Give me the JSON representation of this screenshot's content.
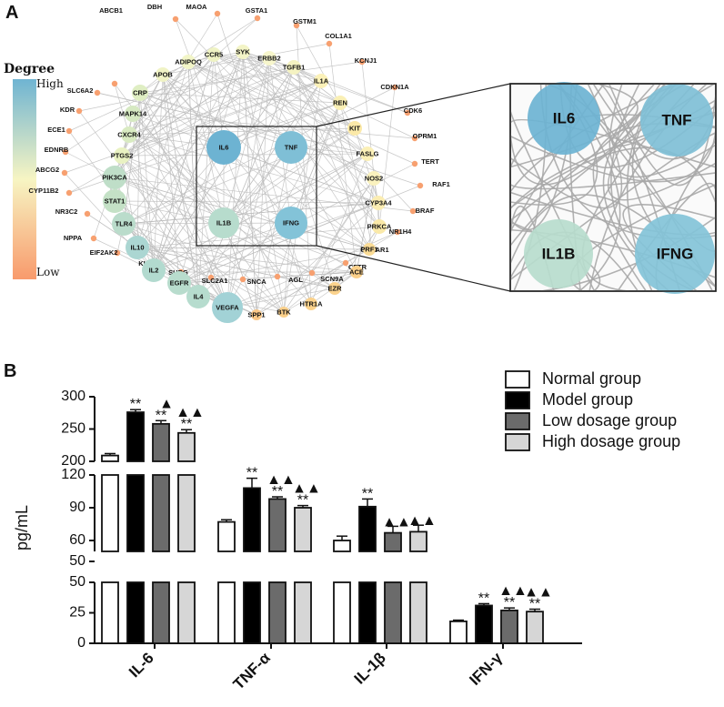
{
  "panel_a": {
    "label": "A",
    "legend": {
      "title": "Degree",
      "high": "High",
      "low": "Low"
    },
    "hubs": [
      {
        "name": "IL6",
        "color": "#6db3d2"
      },
      {
        "name": "TNF",
        "color": "#7fbfd6"
      },
      {
        "name": "IL1B",
        "color": "#b7dccd"
      },
      {
        "name": "IFNG",
        "color": "#83c3d8"
      }
    ],
    "ring_nodes": [
      {
        "name": "VEGFA",
        "color": "#a2d2d6"
      },
      {
        "name": "IL4",
        "color": "#b6dcce"
      },
      {
        "name": "EGFR",
        "color": "#b8dccd"
      },
      {
        "name": "IL2",
        "color": "#b2dacf"
      },
      {
        "name": "IL10",
        "color": "#abd6d2"
      },
      {
        "name": "TLR4",
        "color": "#badccb"
      },
      {
        "name": "STAT1",
        "color": "#c4e1c6"
      },
      {
        "name": "PIK3CA",
        "color": "#bfdec8"
      },
      {
        "name": "PTGS2",
        "color": "#e9f2c2"
      },
      {
        "name": "CXCR4",
        "color": "#d9ebc2"
      },
      {
        "name": "MAPK14",
        "color": "#d6e9c2"
      },
      {
        "name": "CRP",
        "color": "#dfeec3"
      },
      {
        "name": "APOB",
        "color": "#f0f3c5"
      },
      {
        "name": "ADIPOQ",
        "color": "#f2f5c7"
      },
      {
        "name": "CCR5",
        "color": "#eff3c4"
      },
      {
        "name": "SYK",
        "color": "#f3f4c6"
      },
      {
        "name": "ERBB2",
        "color": "#f7f6cc"
      },
      {
        "name": "TGFB1",
        "color": "#f5f3c2"
      },
      {
        "name": "IL1A",
        "color": "#fbf1b8"
      },
      {
        "name": "REN",
        "color": "#faf0b5"
      },
      {
        "name": "KIT",
        "color": "#fbe9a8"
      },
      {
        "name": "FASLG",
        "color": "#fbf0b7"
      },
      {
        "name": "NOS2",
        "color": "#faf2be"
      },
      {
        "name": "CYP3A4",
        "color": "#fbedb2"
      },
      {
        "name": "PRKCA",
        "color": "#fae9a9"
      },
      {
        "name": "PRF1",
        "color": "#fbdc96"
      },
      {
        "name": "ACE",
        "color": "#fbd08a"
      },
      {
        "name": "EZR",
        "color": "#fbd38d"
      },
      {
        "name": "HTR1A",
        "color": "#fbd28c"
      },
      {
        "name": "BTK",
        "color": "#fbd08a"
      },
      {
        "name": "SPP1",
        "color": "#fbc888"
      }
    ],
    "outer_labels": [
      "ABCB1",
      "DBH",
      "MAOA",
      "GSTA1",
      "GSTM1",
      "COL1A1",
      "KCNJ1",
      "CDKN1A",
      "CDK6",
      "OPRM1",
      "TERT",
      "RAF1",
      "BRAF",
      "NR1H4",
      "GPBAR1",
      "CFTR",
      "SCN9A",
      "AGL",
      "SNCA",
      "SLC2A1",
      "SHBG",
      "KLK3",
      "EIF2AK2",
      "NPPA",
      "NR3C2",
      "CYP11B2",
      "ABCG2",
      "EDNRB",
      "ECE1",
      "KDR",
      "SLC6A2"
    ],
    "outer_color": "#f7a070",
    "colors": {
      "high": "#6fb4d2",
      "mid": "#f7f5c3",
      "low": "#f89a6c",
      "edge": "#bdbdbd"
    }
  },
  "panel_b": {
    "label": "B",
    "chart_data": {
      "type": "bar",
      "categories": [
        "IL-6",
        "TNF-α",
        "IL-1β",
        "IFN-γ"
      ],
      "ylabel": "pg/mL",
      "series": [
        {
          "name": "Normal group",
          "values": [
            209,
            77,
            60,
            18
          ],
          "errors": [
            3,
            2,
            4,
            1
          ],
          "fill": "#ffffff",
          "stars": [
            "",
            "",
            "",
            ""
          ]
        },
        {
          "name": "Model group",
          "values": [
            276,
            108,
            91,
            31
          ],
          "errors": [
            4,
            9,
            7,
            1.5
          ],
          "fill": "#000000",
          "stars": [
            "**",
            "**",
            "**",
            "**"
          ]
        },
        {
          "name": "Low dosage group",
          "values": [
            258,
            98,
            67,
            27
          ],
          "errors": [
            5,
            2,
            6,
            2
          ],
          "fill": "#6b6b6b",
          "stars": [
            "**▲",
            "**▲▲",
            "▲▲",
            "**▲▲"
          ]
        },
        {
          "name": "High dosage group",
          "values": [
            244,
            90,
            68,
            26
          ],
          "errors": [
            5,
            2,
            6,
            2
          ],
          "fill": "#d6d6d6",
          "stars": [
            "**▲▲",
            "**▲▲",
            "▲▲",
            "**▲▲"
          ]
        }
      ],
      "axis_segments": [
        {
          "ylim": [
            200,
            300
          ],
          "ticks": [
            "200",
            "250",
            "300"
          ]
        },
        {
          "ylim": [
            50,
            120
          ],
          "ticks": [
            "60",
            "90",
            "120"
          ]
        },
        {
          "ylim": [
            0,
            50
          ],
          "ticks": [
            "0",
            "25",
            "50"
          ]
        }
      ],
      "extra_tick": "50",
      "legend_position": "top-right"
    }
  }
}
